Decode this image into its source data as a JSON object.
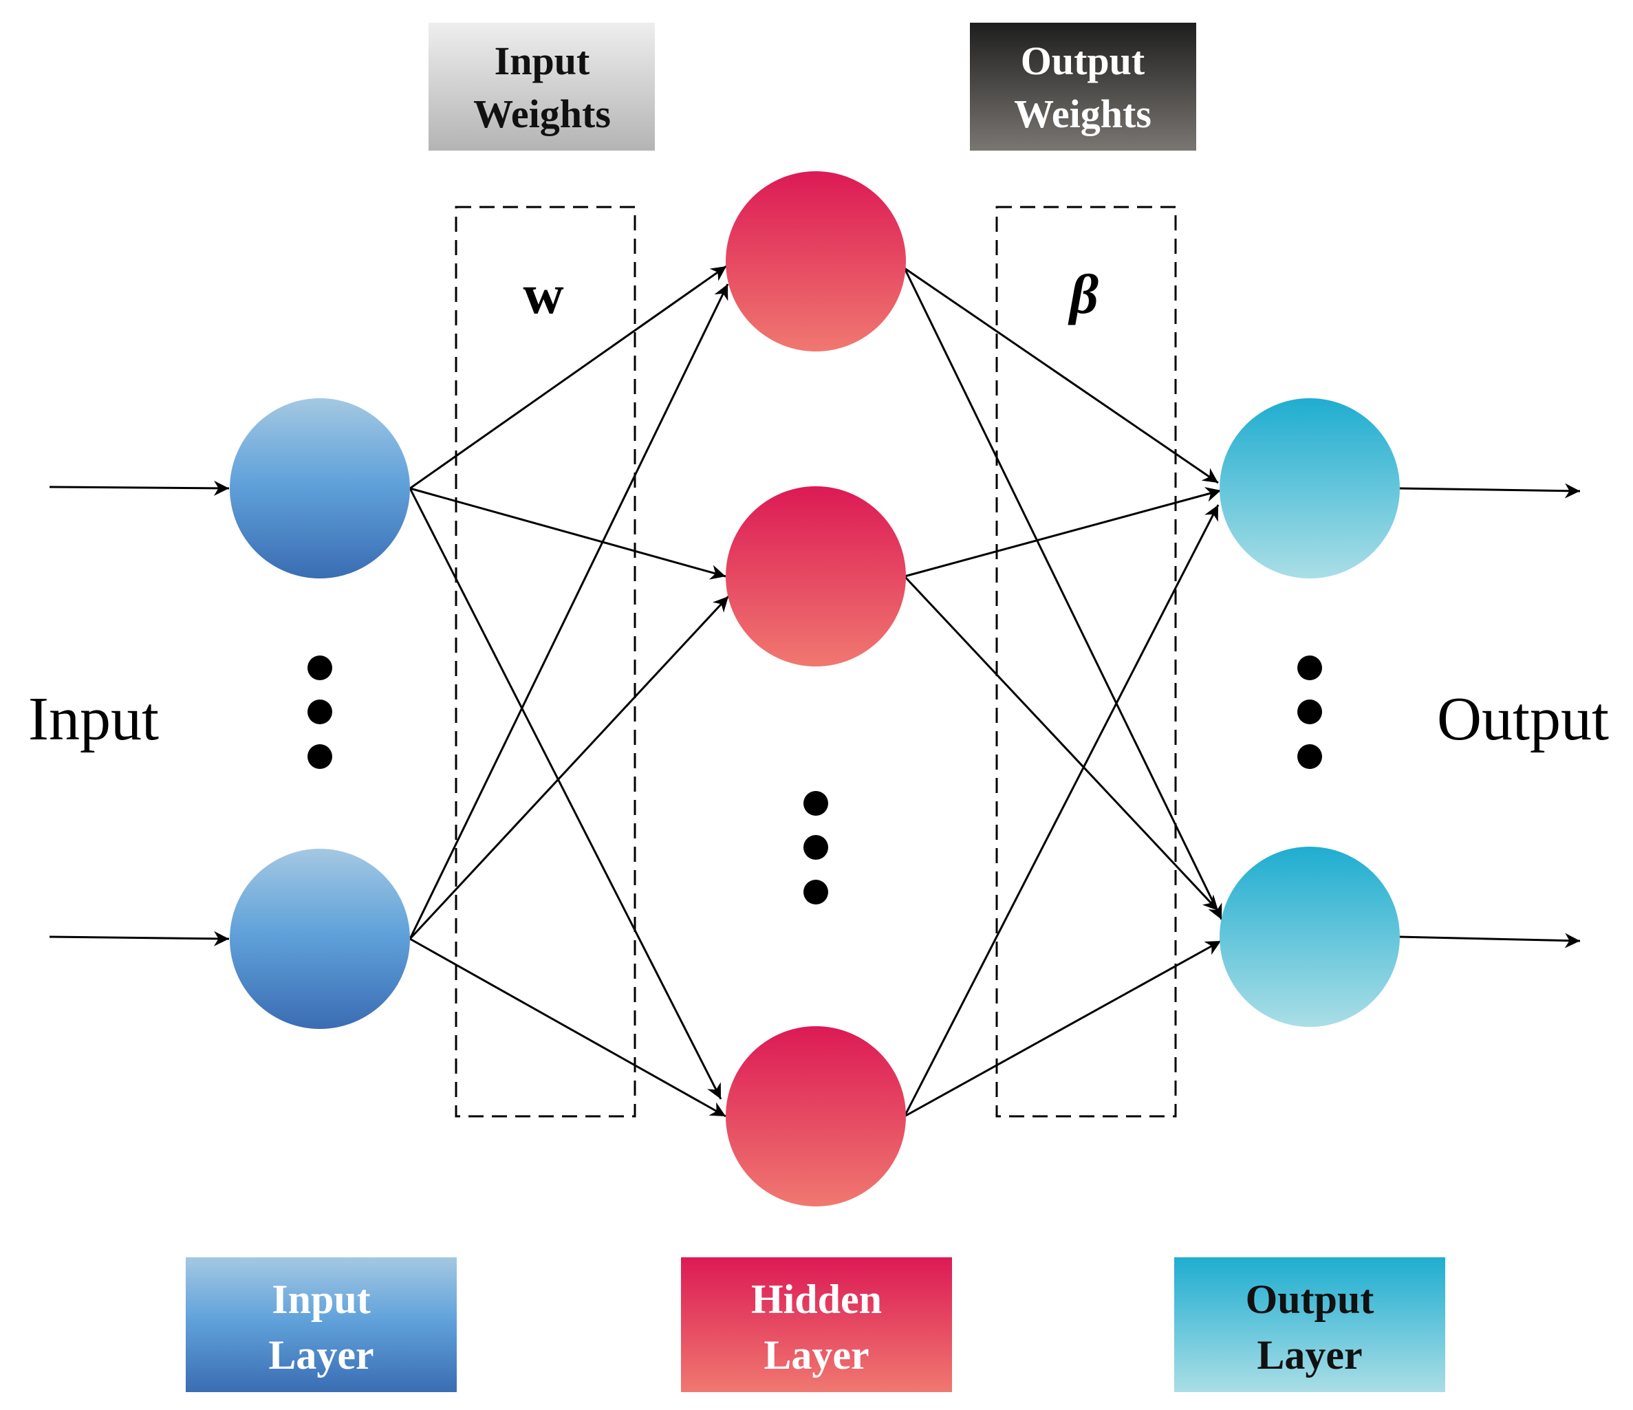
{
  "top_labels": {
    "input_weights": [
      "Input",
      "Weights"
    ],
    "output_weights": [
      "Output",
      "Weights"
    ]
  },
  "weight_symbols": {
    "input": "w",
    "output": "β"
  },
  "side_labels": {
    "input": "Input",
    "output": "Output"
  },
  "legend": {
    "input_layer": [
      "Input",
      "Layer"
    ],
    "hidden_layer": [
      "Hidden",
      "Layer"
    ],
    "output_layer": [
      "Output",
      "Layer"
    ]
  },
  "colors": {
    "input_node_top": "#a4c8e2",
    "input_node_mid": "#62a3db",
    "input_node_bottom": "#3a6db3",
    "hidden_node_top": "#dc1a55",
    "hidden_node_bottom": "#f07870",
    "output_node_top": "#1fadd0",
    "output_node_bottom": "#aadee6",
    "input_weights_box_top": "#eeeeee",
    "input_weights_box_bottom": "#b4b4b4",
    "output_weights_box_top": "#1e1e1e",
    "output_weights_box_bottom": "#7a7672",
    "line": "#000000"
  }
}
